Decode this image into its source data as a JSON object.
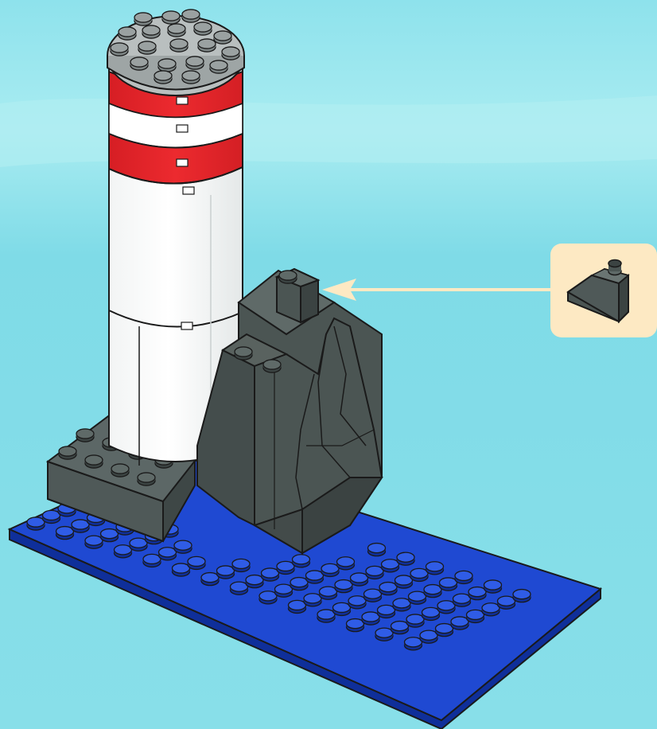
{
  "scene": {
    "background": "#80dce8",
    "background_light": "#b3eef2"
  },
  "colors": {
    "baseplate_top": "#1f49d2",
    "baseplate_side": "#0f2f9a",
    "stud_blue": "#2f5ce6",
    "dark_gray": "#4b5553",
    "dark_gray_light": "#5f6a68",
    "dark_gray_shade": "#3b4342",
    "tower_white": "#ffffff",
    "tower_shade": "#e6eaea",
    "tower_red": "#e3262b",
    "light_gray": "#b7bdbd",
    "outline": "#1a1a1a",
    "callout_bg": "#fde9c3",
    "arrow": "#fde9c3"
  },
  "callout": {
    "part_icon": "slope-brick-1x2-dark-gray-icon",
    "quantity": 1
  },
  "assembly": {
    "step_part_added": "slope-1x2-dark-gray",
    "baseplate_grid": [
      8,
      14
    ]
  }
}
